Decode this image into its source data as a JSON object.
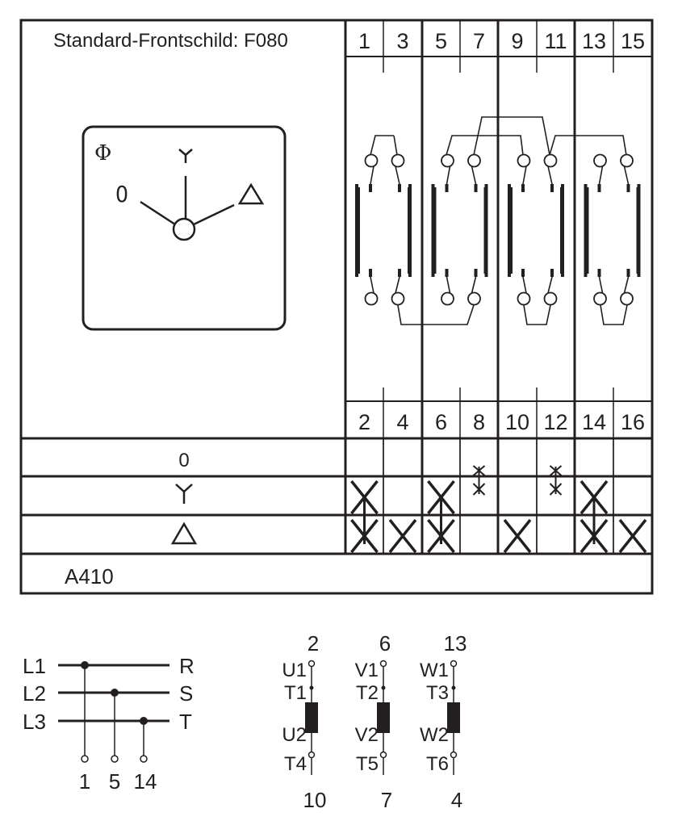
{
  "header": {
    "title": "Standard-Frontschild: F080"
  },
  "columns_top": [
    "1",
    "3",
    "5",
    "7",
    "9",
    "11",
    "13",
    "15"
  ],
  "columns_bottom": [
    "2",
    "4",
    "6",
    "8",
    "10",
    "12",
    "14",
    "16"
  ],
  "front_plate": {
    "phase_symbol": "Φ",
    "position_0": "0",
    "position_star": "Y",
    "position_delta": "△"
  },
  "rows": [
    {
      "label": "0",
      "marks": [
        0,
        0,
        0,
        0,
        0,
        0,
        0,
        0
      ]
    },
    {
      "label": "Y",
      "marks": [
        1,
        0,
        1,
        2,
        0,
        2,
        1,
        0
      ]
    },
    {
      "label": "△",
      "marks": [
        1,
        1,
        1,
        0,
        1,
        0,
        1,
        1
      ]
    }
  ],
  "links_between_rows": [
    "2",
    "6",
    "14"
  ],
  "footer": {
    "code": "A410"
  },
  "supply": {
    "lines": [
      "L1",
      "L2",
      "L3"
    ],
    "outputs": [
      "R",
      "S",
      "T"
    ],
    "terminals": [
      "1",
      "5",
      "14"
    ]
  },
  "windings": [
    {
      "top": "2",
      "a": "U1",
      "b": "T1",
      "c": "U2",
      "d": "T4",
      "bottom": "10"
    },
    {
      "top": "6",
      "a": "V1",
      "b": "T2",
      "c": "V2",
      "d": "T5",
      "bottom": "7"
    },
    {
      "top": "13",
      "a": "W1",
      "b": "T3",
      "c": "W2",
      "d": "T6",
      "bottom": "4"
    }
  ]
}
